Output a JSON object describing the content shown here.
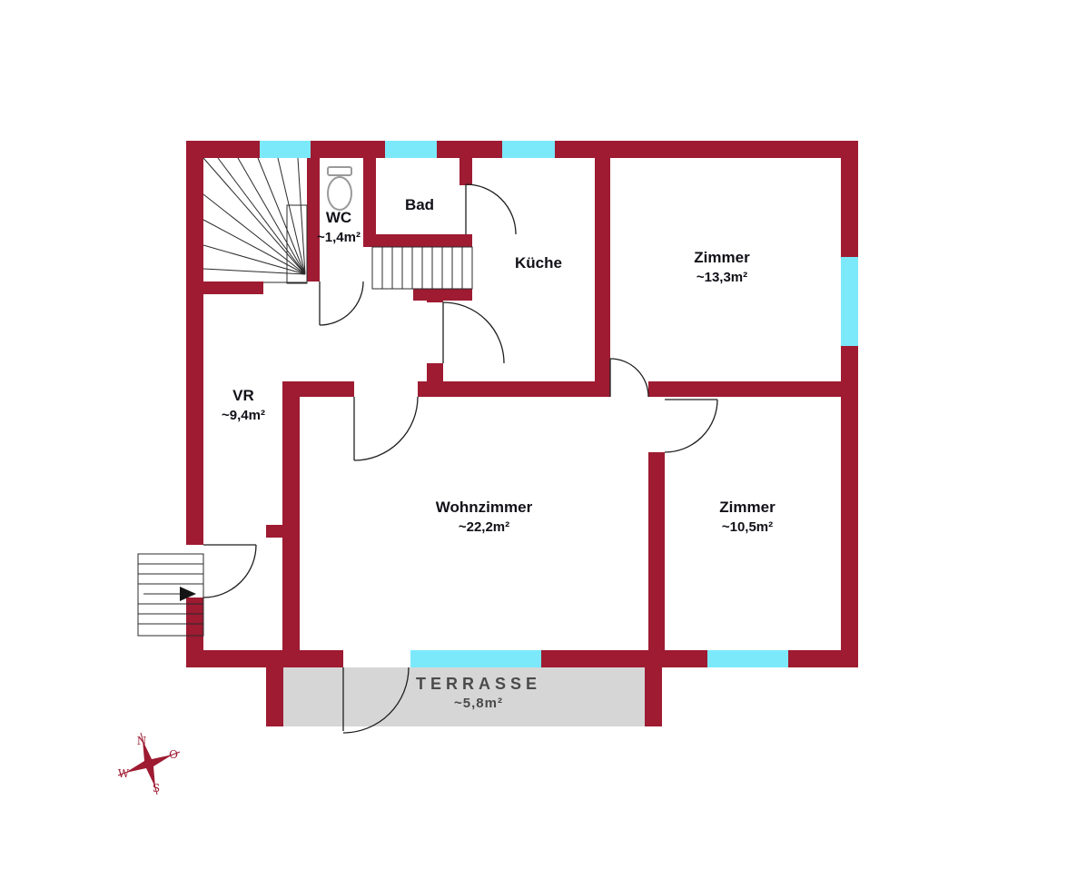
{
  "plan": {
    "rooms": {
      "wc": {
        "name": "WC",
        "area": "~1,4m²"
      },
      "bad": {
        "name": "Bad"
      },
      "kueche": {
        "name": "Küche"
      },
      "zimmer1": {
        "name": "Zimmer",
        "area": "~13,3m²"
      },
      "vr": {
        "name": "VR",
        "area": "~9,4m²"
      },
      "wohnzimmer": {
        "name": "Wohnzimmer",
        "area": "~22,2m²"
      },
      "zimmer2": {
        "name": "Zimmer",
        "area": "~10,5m²"
      },
      "terrasse": {
        "name": "TERRASSE",
        "area": "~5,8m²"
      }
    },
    "compass": {
      "north": "N",
      "east": "O",
      "west": "W",
      "south": "S"
    },
    "colors": {
      "wall": "#9e1b32",
      "window": "#7ce9fb",
      "terrace": "#d6d6d6",
      "text": "#111118",
      "terrace_text": "#4a4a4a"
    }
  }
}
